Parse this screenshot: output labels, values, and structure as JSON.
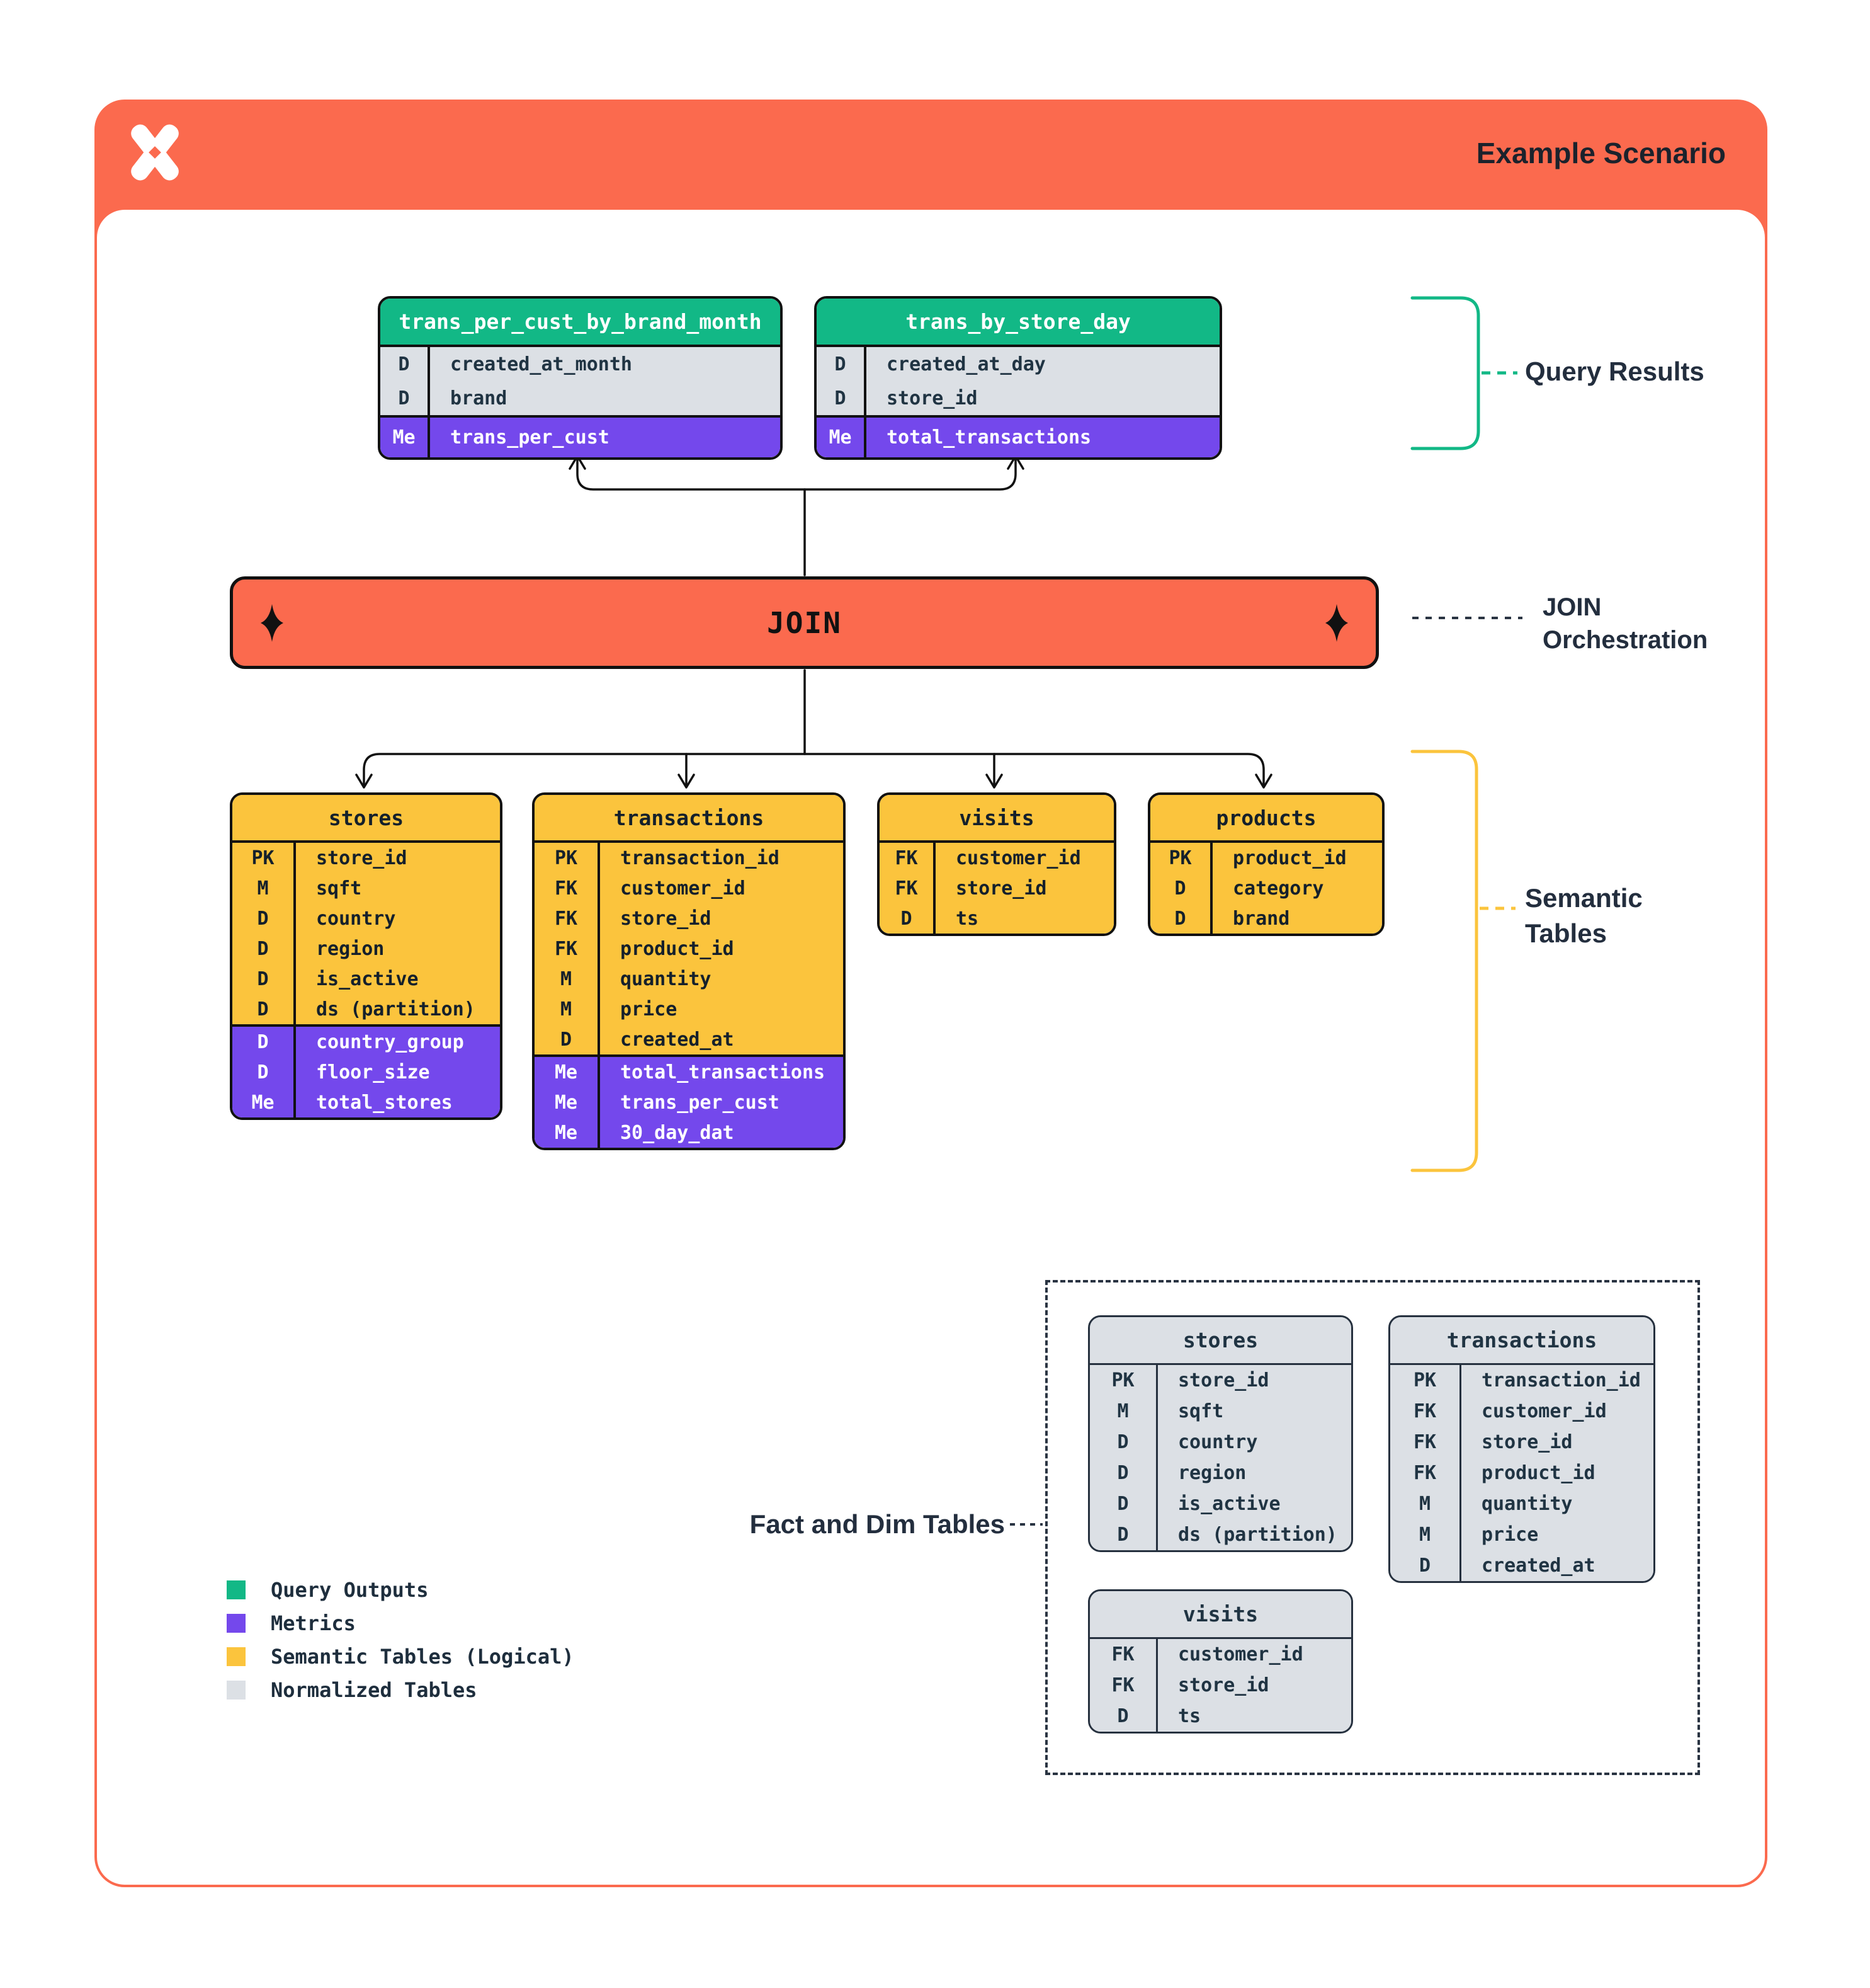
{
  "page": {
    "title": "Example Scenario"
  },
  "logo": {
    "name": "pinwheel-x-logo",
    "color": "#FFFFFF",
    "background": "#FB6A4E"
  },
  "join": {
    "label": "JOIN"
  },
  "annotations": {
    "query_results": "Query Results",
    "join_orchestration": [
      "JOIN",
      "Orchestration"
    ],
    "semantic_tables": [
      "Semantic",
      "Tables"
    ],
    "fact_and_dim": "Fact and Dim Tables"
  },
  "legend": {
    "items": [
      {
        "label": "Query Outputs",
        "color": "#12B886"
      },
      {
        "label": "Metrics",
        "color": "#7448EC"
      },
      {
        "label": "Semantic Tables (Logical)",
        "color": "#FBC43D"
      },
      {
        "label": "Normalized Tables",
        "color": "#DCE0E5"
      }
    ]
  },
  "tables": [
    {
      "id": "qr1",
      "kind": "green",
      "group": "query-results",
      "title": "trans_per_cust_by_brand_month",
      "sections": [
        {
          "style": "gray",
          "rows": [
            [
              "D",
              "created_at_month"
            ],
            [
              "D",
              "brand"
            ]
          ]
        },
        {
          "style": "purple",
          "rows": [
            [
              "Me",
              "trans_per_cust"
            ]
          ]
        }
      ]
    },
    {
      "id": "qr2",
      "kind": "green",
      "group": "query-results",
      "title": "trans_by_store_day",
      "sections": [
        {
          "style": "gray",
          "rows": [
            [
              "D",
              "created_at_day"
            ],
            [
              "D",
              "store_id"
            ]
          ]
        },
        {
          "style": "purple",
          "rows": [
            [
              "Me",
              "total_transactions"
            ]
          ]
        }
      ]
    },
    {
      "id": "sem-stores",
      "kind": "sem",
      "group": "semantic",
      "title": "stores",
      "sections": [
        {
          "style": "yellow",
          "rows": [
            [
              "PK",
              "store_id"
            ],
            [
              "M",
              "sqft"
            ],
            [
              "D",
              "country"
            ],
            [
              "D",
              "region"
            ],
            [
              "D",
              "is_active"
            ],
            [
              "D",
              "ds (partition)"
            ]
          ]
        },
        {
          "style": "purple",
          "rows": [
            [
              "D",
              "country_group"
            ],
            [
              "D",
              "floor_size"
            ],
            [
              "Me",
              "total_stores"
            ]
          ]
        }
      ]
    },
    {
      "id": "sem-transactions",
      "kind": "sem",
      "group": "semantic",
      "title": "transactions",
      "sections": [
        {
          "style": "yellow",
          "rows": [
            [
              "PK",
              "transaction_id"
            ],
            [
              "FK",
              "customer_id"
            ],
            [
              "FK",
              "store_id"
            ],
            [
              "FK",
              "product_id"
            ],
            [
              "M",
              "quantity"
            ],
            [
              "M",
              "price"
            ],
            [
              "D",
              "created_at"
            ]
          ]
        },
        {
          "style": "purple",
          "rows": [
            [
              "Me",
              "total_transactions"
            ],
            [
              "Me",
              "trans_per_cust"
            ],
            [
              "Me",
              "30_day_dat"
            ]
          ]
        }
      ]
    },
    {
      "id": "sem-visits",
      "kind": "sem",
      "group": "semantic",
      "title": "visits",
      "sections": [
        {
          "style": "yellow",
          "rows": [
            [
              "FK",
              "customer_id"
            ],
            [
              "FK",
              "store_id"
            ],
            [
              "D",
              "ts"
            ]
          ]
        }
      ]
    },
    {
      "id": "sem-products",
      "kind": "sem",
      "group": "semantic",
      "title": "products",
      "sections": [
        {
          "style": "yellow",
          "rows": [
            [
              "PK",
              "product_id"
            ],
            [
              "D",
              "category"
            ],
            [
              "D",
              "brand"
            ]
          ]
        }
      ]
    },
    {
      "id": "norm-stores",
      "kind": "gray",
      "group": "normalized",
      "title": "stores",
      "sections": [
        {
          "style": "gray",
          "rows": [
            [
              "PK",
              "store_id"
            ],
            [
              "M",
              "sqft"
            ],
            [
              "D",
              "country"
            ],
            [
              "D",
              "region"
            ],
            [
              "D",
              "is_active"
            ],
            [
              "D",
              "ds (partition)"
            ]
          ]
        }
      ]
    },
    {
      "id": "norm-transactions",
      "kind": "gray",
      "group": "normalized",
      "title": "transactions",
      "sections": [
        {
          "style": "gray",
          "rows": [
            [
              "PK",
              "transaction_id"
            ],
            [
              "FK",
              "customer_id"
            ],
            [
              "FK",
              "store_id"
            ],
            [
              "FK",
              "product_id"
            ],
            [
              "M",
              "quantity"
            ],
            [
              "M",
              "price"
            ],
            [
              "D",
              "created_at"
            ]
          ]
        }
      ]
    },
    {
      "id": "norm-visits",
      "kind": "gray",
      "group": "normalized",
      "title": "visits",
      "sections": [
        {
          "style": "gray",
          "rows": [
            [
              "FK",
              "customer_id"
            ],
            [
              "FK",
              "store_id"
            ],
            [
              "D",
              "ts"
            ]
          ]
        }
      ]
    }
  ],
  "colors": {
    "orange": "#FB6A4E",
    "green": "#12B886",
    "purple": "#7448EC",
    "yellow": "#FBC43D",
    "gray": "#DCE0E5",
    "ink": "#203443",
    "line": "#111111"
  }
}
